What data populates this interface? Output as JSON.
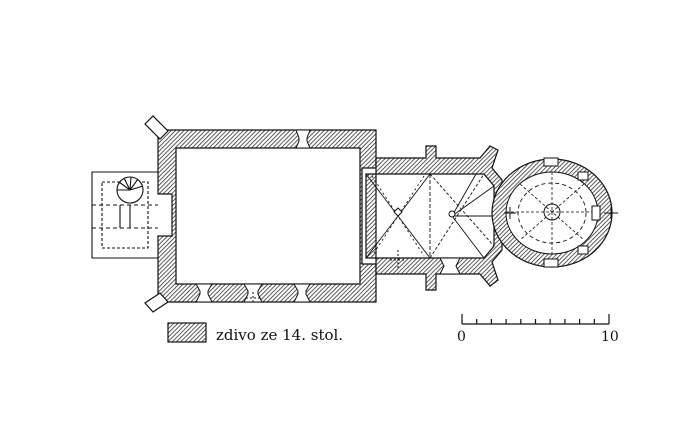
{
  "legend": {
    "label": "zdivo ze 14. stol.",
    "swatch_pattern": "diagonal-hatch"
  },
  "scale_bar": {
    "start_label": "0",
    "end_label": "10",
    "minor_divisions": 10
  },
  "colors": {
    "ink": "#111111",
    "hatch_fill": "#555555",
    "background": "#ffffff"
  }
}
